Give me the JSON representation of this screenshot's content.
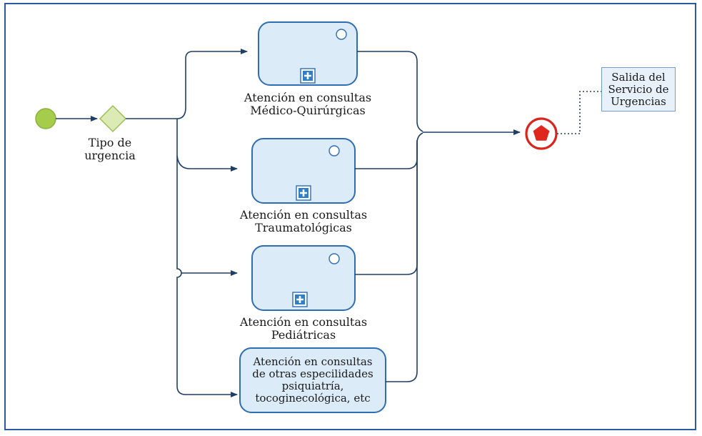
{
  "gateway": {
    "label_line1": "Tipo de",
    "label_line2": "urgencia"
  },
  "tasks": [
    {
      "line1": "Atención en consultas",
      "line2": "Médico-Quirúrgicas",
      "marker": "subprocess-plus-icon"
    },
    {
      "line1": "Atención en consultas",
      "line2": "Traumatológicas",
      "marker": "subprocess-plus-icon"
    },
    {
      "line1": "Atención en consultas",
      "line2": "Pediátricas",
      "marker": "subprocess-plus-icon"
    }
  ],
  "other_task": {
    "line1": "Atención en consultas",
    "line2": "de otras especilidades",
    "line3": "psiquiatría,",
    "line4": "tocoginecológica, etc"
  },
  "annotation": {
    "line1": "Salida del",
    "line2": "Servicio de",
    "line3": "Urgencias"
  },
  "colors": {
    "frame": "#2b5aa0",
    "connector": "#1f3f66",
    "task_fill": "#dcebf8",
    "task_stroke": "#2f6db3",
    "start_fill": "#a6cc4b",
    "gateway_fill": "#dcebb6",
    "end_stroke": "#d8261c",
    "end_fill": "#e0271e",
    "plus_fill": "#2f7fc8"
  }
}
